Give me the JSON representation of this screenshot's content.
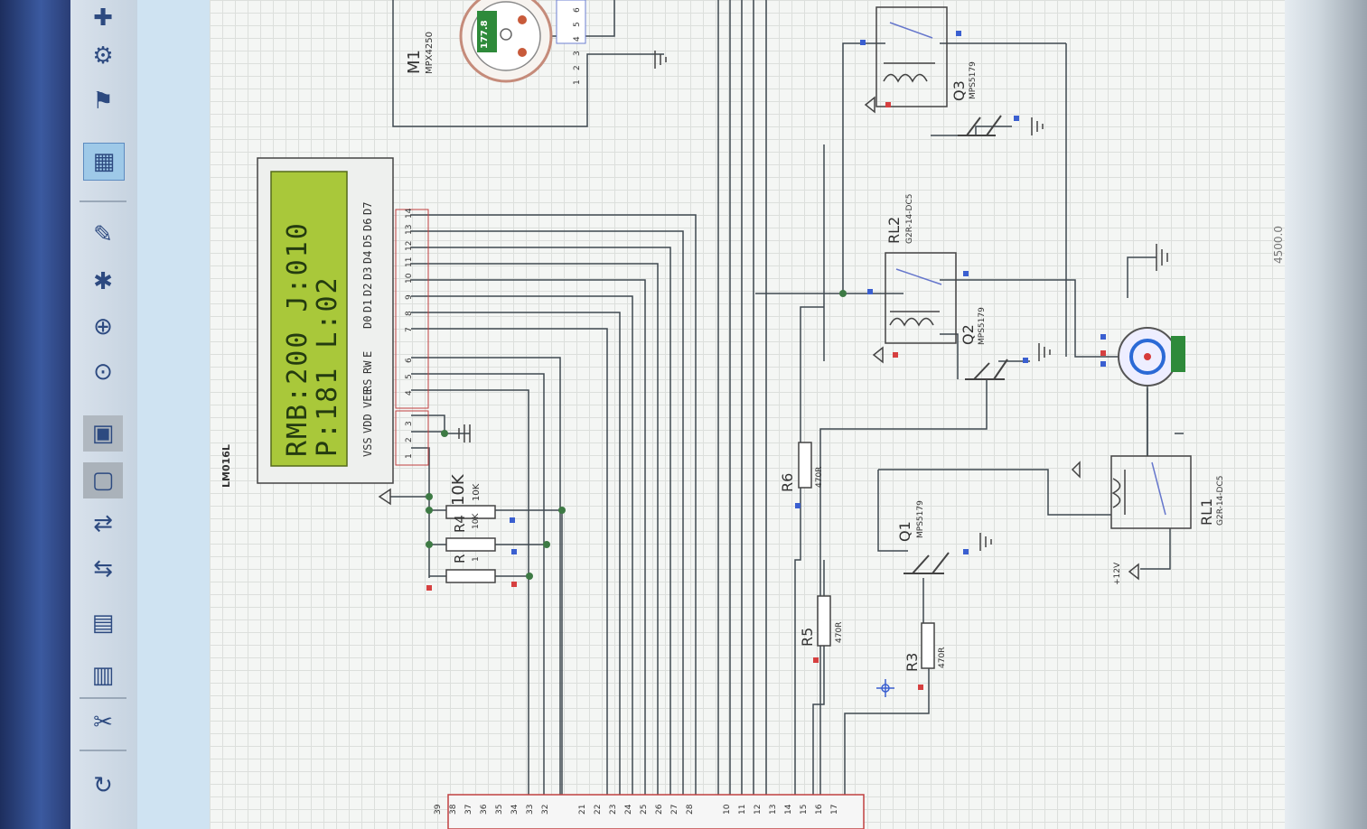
{
  "lcd": {
    "line1": "RMB:200  J:010",
    "line2": "P:181  L:02",
    "model": "LM016L",
    "pins": [
      "VSS",
      "VDD",
      "VEE",
      "RS",
      "RW",
      "E",
      "D0",
      "D1",
      "D2",
      "D3",
      "D4",
      "D5",
      "D6",
      "D7"
    ],
    "pin_numbers": [
      "1",
      "2",
      "3",
      "4",
      "5",
      "6",
      "7",
      "8",
      "9",
      "10",
      "11",
      "12",
      "13",
      "14"
    ]
  },
  "sensor": {
    "ref": "M1",
    "part": "MPX4250",
    "value": "177.8",
    "pins": [
      "1",
      "2",
      "3",
      "4",
      "5",
      "6"
    ]
  },
  "resistors": {
    "r4": {
      "ref": "R4",
      "value": "10K",
      "value_small": "10K"
    },
    "r4b": {
      "ref": "R",
      "value": "1"
    },
    "r3": {
      "ref": "R3",
      "value": "470R"
    },
    "r5": {
      "ref": "R5",
      "value": "470R"
    },
    "r6": {
      "ref": "R6",
      "value": "470R"
    },
    "r_sub": {
      "value": "10K"
    }
  },
  "transistors": {
    "q1": {
      "ref": "Q1",
      "part": "MPS5179"
    },
    "q2": {
      "ref": "Q2",
      "part": "MPS5179"
    },
    "q3": {
      "ref": "Q3",
      "part": "MPS5179"
    }
  },
  "relays": {
    "rl1": {
      "ref": "RL1",
      "part": "G2R-14-DC5"
    },
    "rl2": {
      "ref": "RL2",
      "part": "G2R-14-DC5"
    }
  },
  "supply_label": "+12V",
  "coordinate": "4500.0",
  "mcu_pins_a": [
    "39",
    "38",
    "37",
    "36",
    "35",
    "34",
    "33",
    "32"
  ],
  "mcu_pins_b": [
    "21",
    "22",
    "23",
    "24",
    "25",
    "26",
    "27",
    "28"
  ],
  "mcu_pins_c": [
    "10",
    "11",
    "12",
    "13",
    "14",
    "15",
    "16",
    "17"
  ],
  "colors": {
    "lcd_bg": "#a9c83a",
    "lcd_text": "#243b10",
    "wire": "#404850",
    "pin_red": "#d64040",
    "pin_blue": "#3a5fd0"
  }
}
